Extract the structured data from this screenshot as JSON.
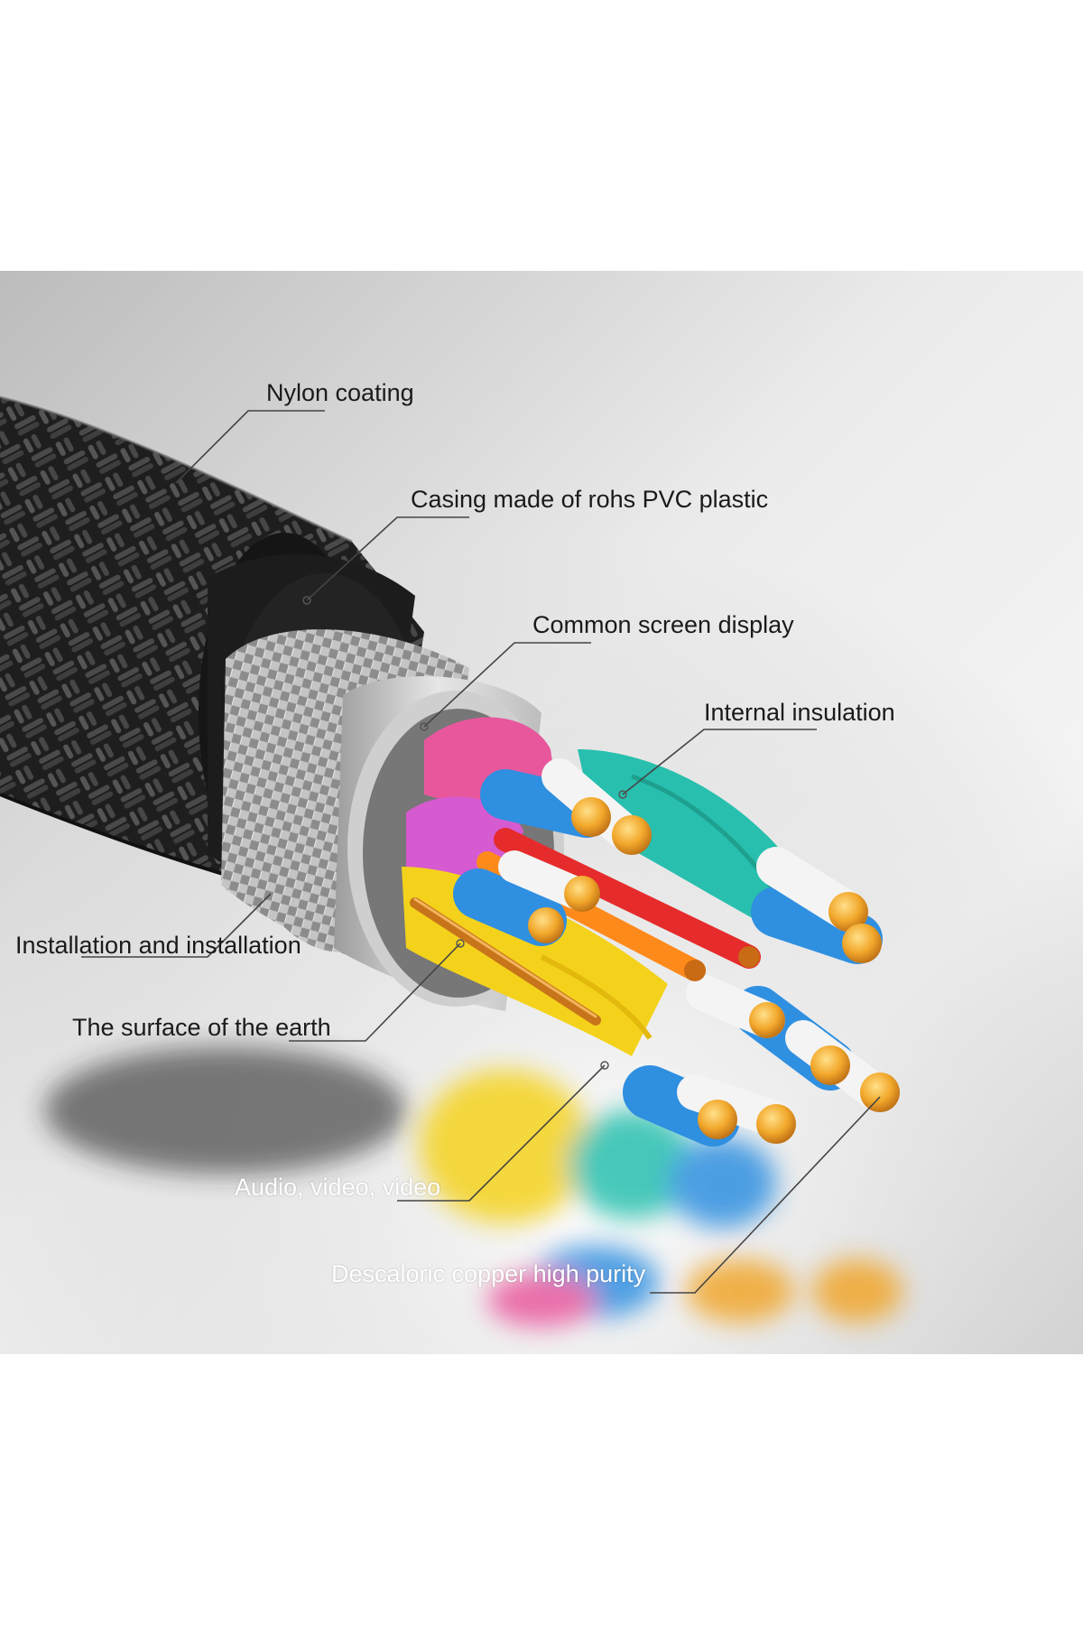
{
  "diagram": {
    "labels": {
      "nylon_coating": "Nylon coating",
      "casing": "Casing made of rohs PVC plastic",
      "common_screen": "Common screen display",
      "internal_insulation": "Internal insulation",
      "installation": "Installation and installation",
      "earth_surface": "The surface of the earth",
      "audio_video": "Audio, video, video",
      "copper": "Descaloric copper high purity"
    }
  },
  "colors": {
    "background_top": "#ffffff",
    "photo_bg_light": "#f2f2f2",
    "photo_bg_mid": "#c9c9c9",
    "braid": "#2e2e2e",
    "jacket": "#1c1c1c",
    "shield": "#a9a9a9",
    "foil": "#d6d6d6",
    "pink": "#e8579c",
    "magenta": "#d65ad0",
    "yellow": "#f4d21c",
    "teal": "#28bfae",
    "blue": "#2f8fe0",
    "orange": "#ff8a1c",
    "red": "#e52b2b",
    "copper": "#f0a52a"
  }
}
